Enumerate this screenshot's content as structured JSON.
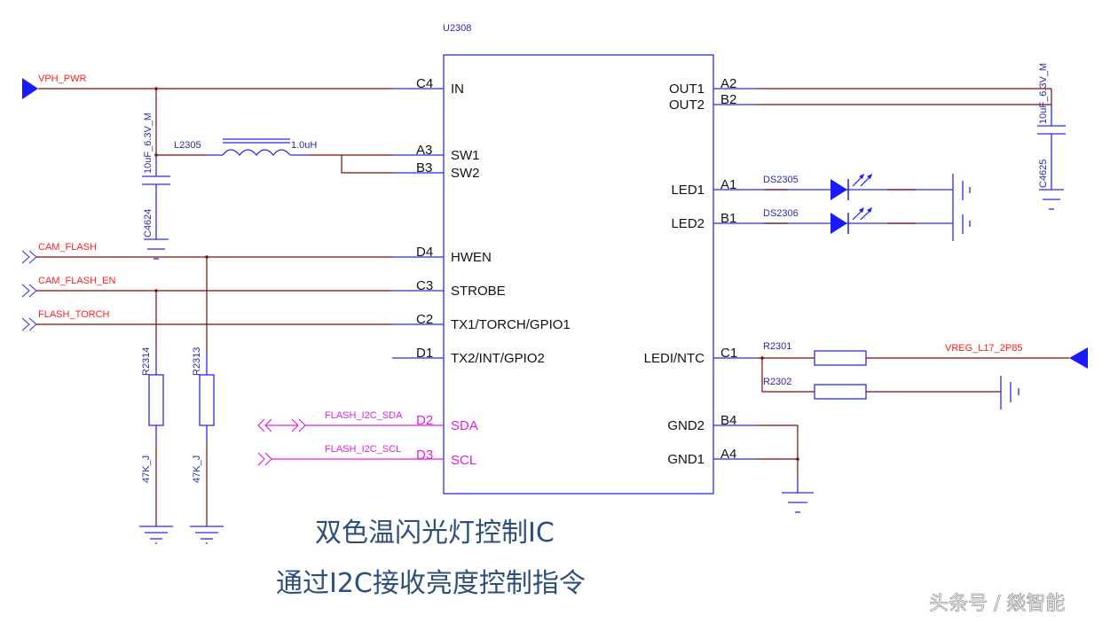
{
  "chip": {
    "refdes": "U2308",
    "left_pins": [
      {
        "num": "C4",
        "name": "IN"
      },
      {
        "num": "A3",
        "name": "SW1"
      },
      {
        "num": "B3",
        "name": "SW2"
      },
      {
        "num": "D4",
        "name": "HWEN"
      },
      {
        "num": "C3",
        "name": "STROBE"
      },
      {
        "num": "C2",
        "name": "TX1/TORCH/GPIO1"
      },
      {
        "num": "D1",
        "name": "TX2/INT/GPIO2"
      },
      {
        "num": "D2",
        "name": "SDA"
      },
      {
        "num": "D3",
        "name": "SCL"
      }
    ],
    "right_pins": [
      {
        "num": "A2",
        "name": "OUT1"
      },
      {
        "num": "B2",
        "name": "OUT2"
      },
      {
        "num": "A1",
        "name": "LED1"
      },
      {
        "num": "B1",
        "name": "LED2"
      },
      {
        "num": "C1",
        "name": "LEDI/NTC"
      },
      {
        "num": "B4",
        "name": "GND2"
      },
      {
        "num": "A4",
        "name": "GND1"
      }
    ]
  },
  "nets": {
    "vph_pwr": "VPH_PWR",
    "cam_flash": "CAM_FLASH",
    "cam_flash_en": "CAM_FLASH_EN",
    "flash_torch": "FLASH_TORCH",
    "i2c_sda": "FLASH_I2C_SDA",
    "i2c_scl": "FLASH_I2C_SCL",
    "vreg": "VREG_L17_2P85"
  },
  "components": {
    "c4624": {
      "ref": "C4624",
      "value": "10uF_6.3V_M"
    },
    "c4625": {
      "ref": "C4625",
      "value": "10uF_6.3V_M"
    },
    "l2305": {
      "ref": "L2305",
      "value": "1.0uH"
    },
    "r2314": {
      "ref": "R2314",
      "value": "47K_J"
    },
    "r2313": {
      "ref": "R2313",
      "value": "47K_J"
    },
    "ds2305": {
      "ref": "DS2305"
    },
    "ds2306": {
      "ref": "DS2306"
    },
    "r2301": {
      "ref": "R2301"
    },
    "r2302": {
      "ref": "R2302"
    }
  },
  "captions": {
    "line1": "双色温闪光灯控制IC",
    "line2": "通过I2C接收亮度控制指令"
  },
  "watermark": "头条号 / 燚智能",
  "colors": {
    "wire": "#7a0e0e",
    "pin": "#2a2aee",
    "net_label": "#ff2020",
    "i2c": "#e020e0",
    "caption": "#2c4f7c"
  }
}
